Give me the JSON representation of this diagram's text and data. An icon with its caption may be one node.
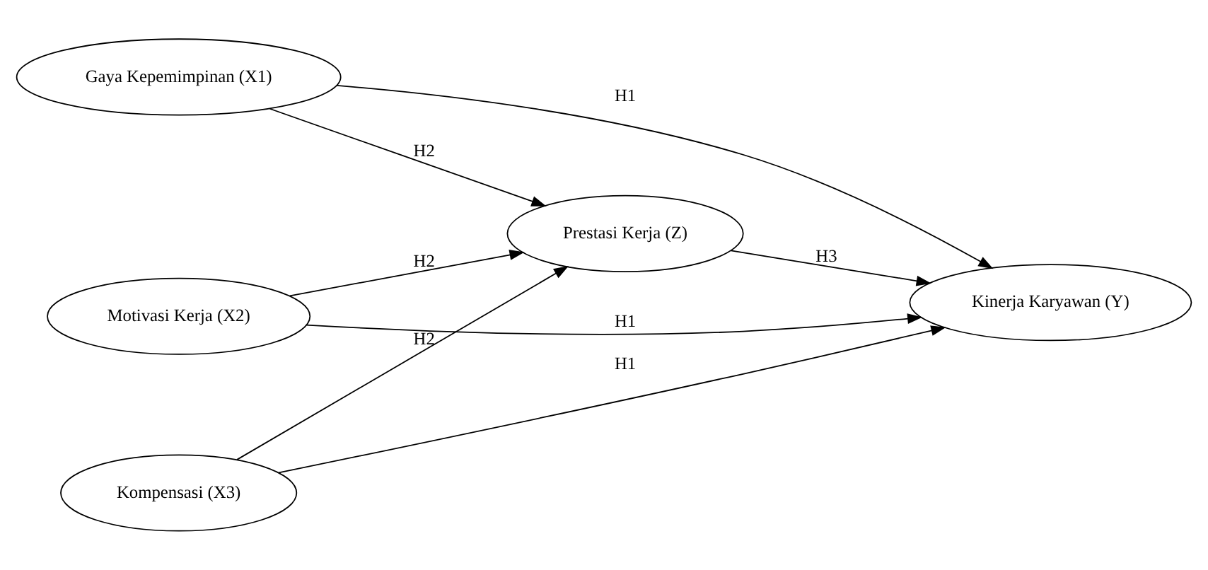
{
  "diagram": {
    "nodes": [
      {
        "text": [
          "Gaya Kepemimpinan (X1)"
        ]
      },
      {
        "text": [
          "Motivasi Kerja (X2)"
        ]
      },
      {
        "text": [
          "Kompensasi (X3)"
        ]
      },
      {
        "text": [
          "Prestasi Kerja (Z)"
        ]
      },
      {
        "text": [
          "Kinerja Karyawan (Y)"
        ]
      }
    ],
    "edges": [
      {
        "from": 0,
        "to": 4,
        "arrow": "to",
        "label": "H1"
      },
      {
        "from": 0,
        "to": 3,
        "arrow": "to",
        "label": "H2"
      },
      {
        "from": 1,
        "to": 3,
        "arrow": "to",
        "label": "H2"
      },
      {
        "from": 1,
        "to": 4,
        "arrow": "to",
        "label": "H1"
      },
      {
        "from": 3,
        "to": 4,
        "arrow": "to",
        "label": "H3"
      },
      {
        "from": 2,
        "to": 3,
        "arrow": "to",
        "label": "H2"
      },
      {
        "from": 2,
        "to": 4,
        "arrow": "to",
        "label": "H1"
      }
    ]
  }
}
